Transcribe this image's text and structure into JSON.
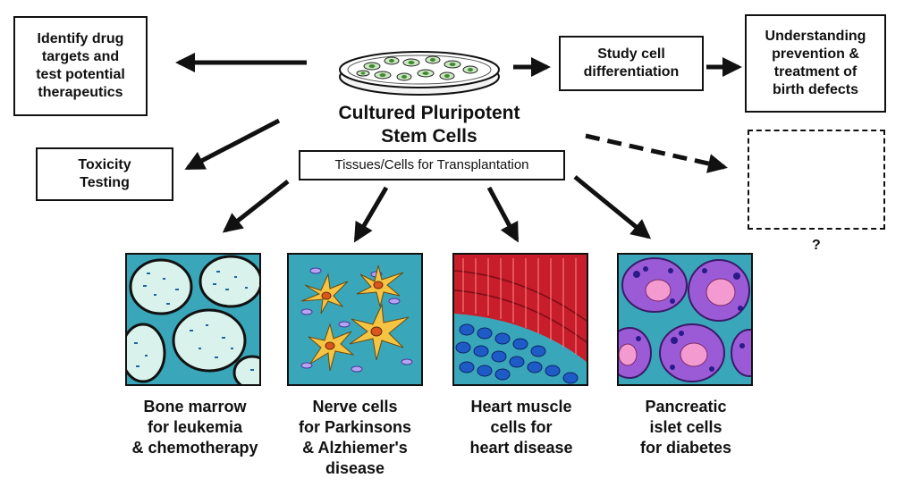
{
  "source": {
    "title": "Cultured Pluripotent\nStem Cells",
    "transplant_label": "Tissues/Cells for Transplantation"
  },
  "outcomes": {
    "drug_targets": "Identify drug\ntargets and\ntest potential\ntherapeutics",
    "toxicity": "Toxicity\nTesting",
    "differentiation": "Study cell\ndifferentiation",
    "birth_defects": "Understanding\nprevention &\ntreatment of\nbirth defects",
    "unknown": "?"
  },
  "cells": [
    {
      "caption": "Bone marrow\nfor leukemia\n& chemotherapy"
    },
    {
      "caption": "Nerve cells\nfor Parkinsons\n& Alzhiemer's\ndisease"
    },
    {
      "caption": "Heart muscle\ncells for\nheart disease"
    },
    {
      "caption": "Pancreatic\nislet cells\nfor diabetes"
    }
  ],
  "colors": {
    "tile_background": "#3aa6b9",
    "marrow_cell": "#d9f2ec",
    "nerve_cell": "#f6c443",
    "nerve_nucleus": "#d9561e",
    "muscle": "#c81d2a",
    "blood_cell": "#1f5bc6",
    "islet_cell": "#9b5bd6",
    "islet_nucleus": "#f39ad0",
    "granule": "#2a1b8a"
  }
}
